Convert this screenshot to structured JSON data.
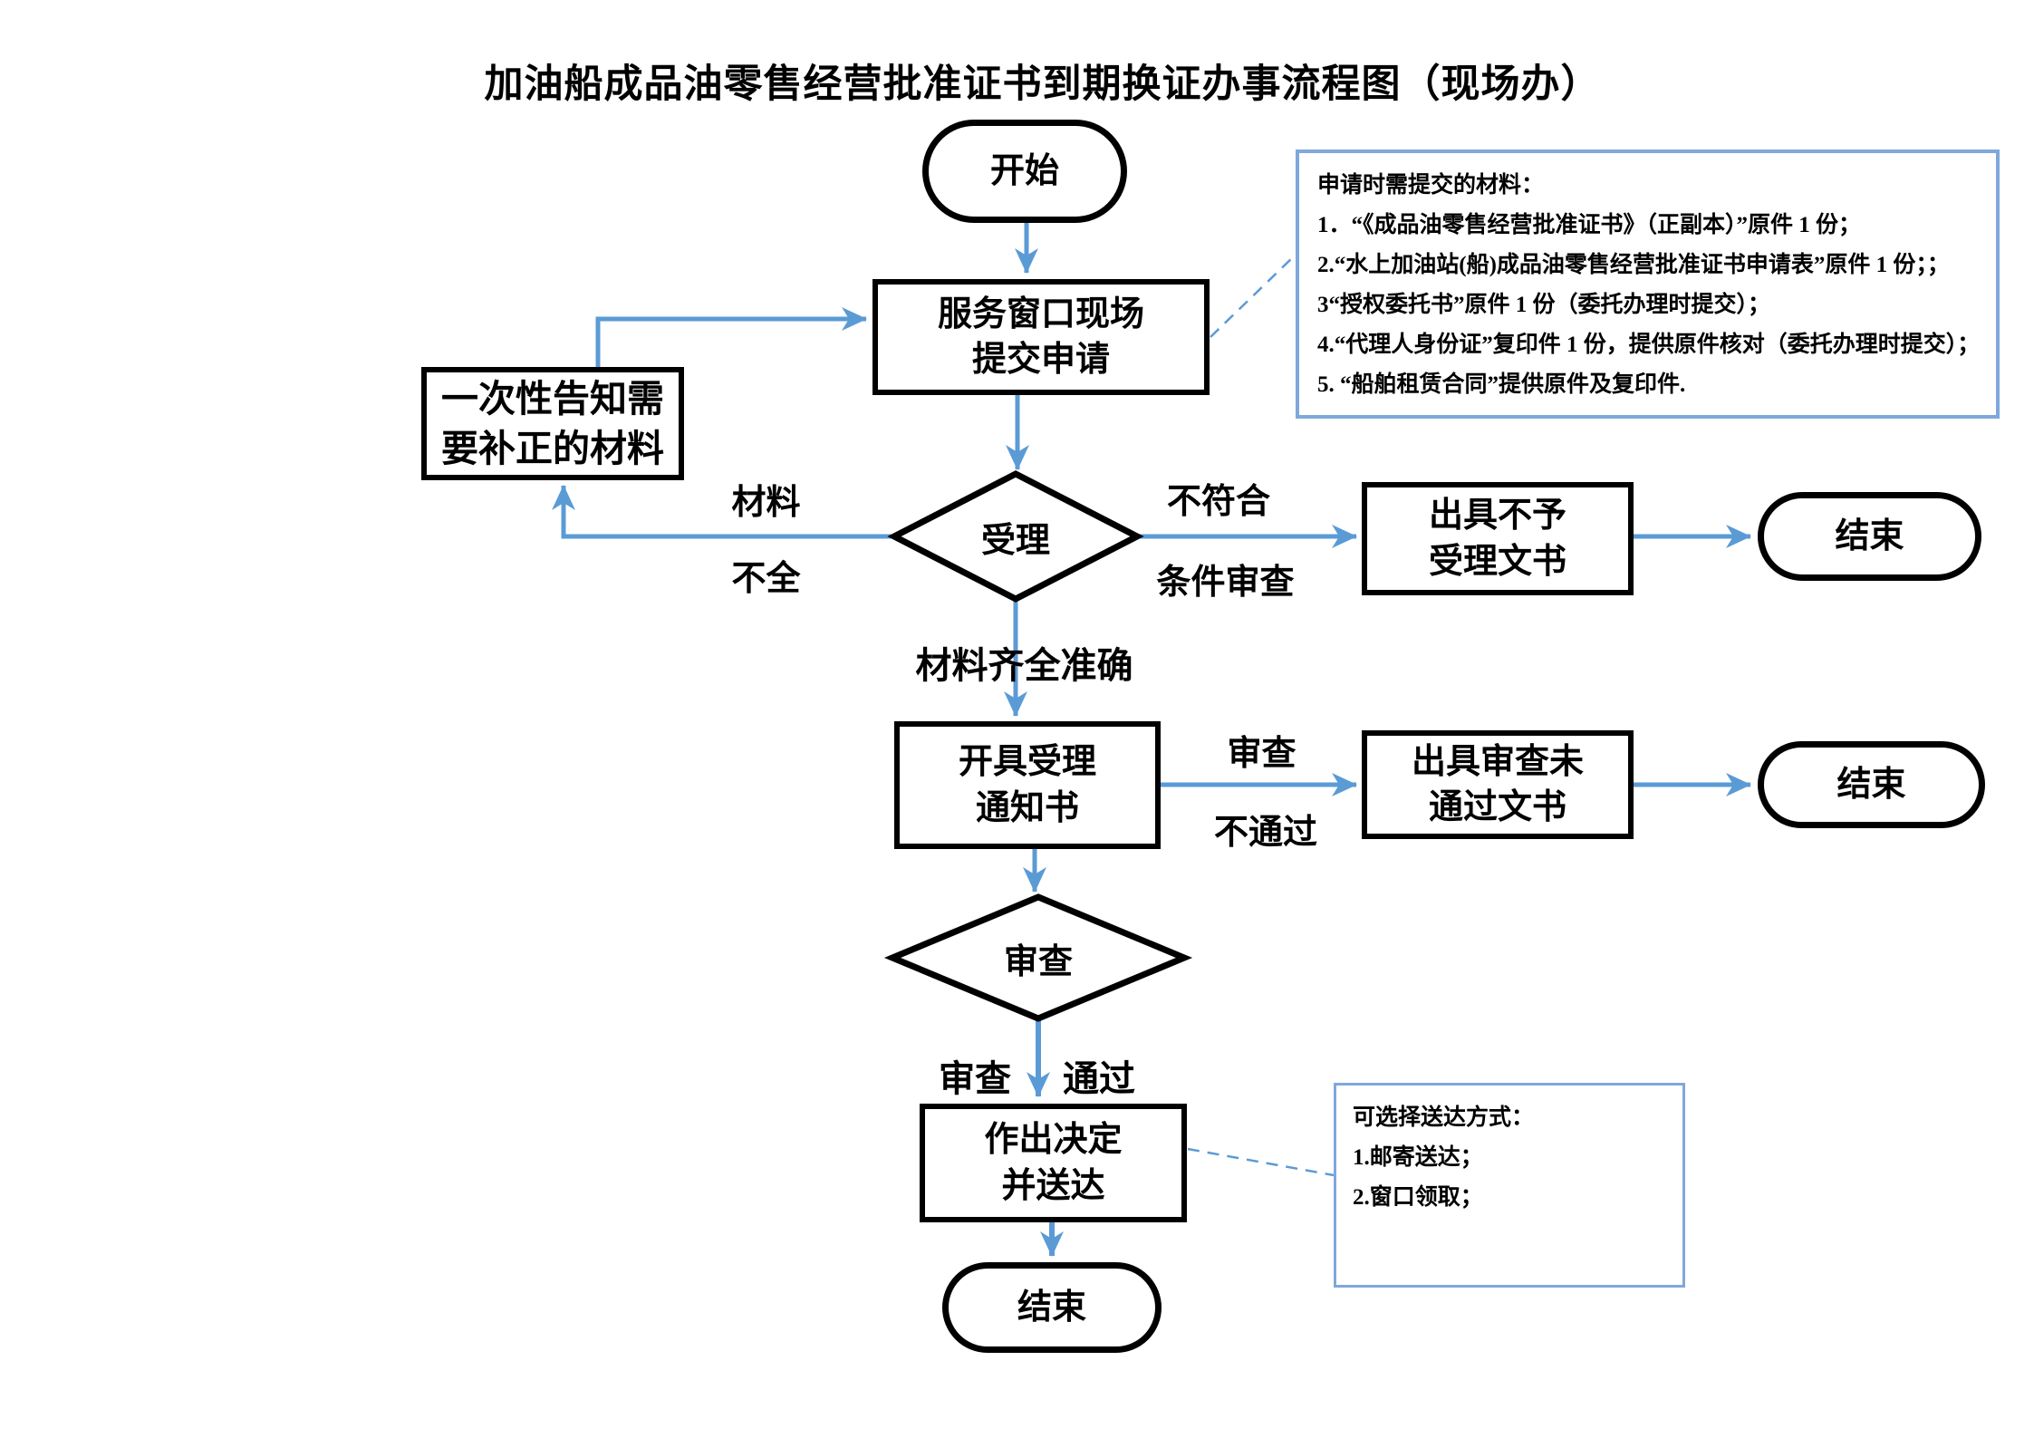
{
  "title": "加油船成品油零售经营批准证书到期换证办事流程图（现场办）",
  "nodes": {
    "start": {
      "label": "开始"
    },
    "submit": {
      "label": "服务窗口现场\n提交申请"
    },
    "notify": {
      "label": "一次性告知需\n要补正的材料"
    },
    "accept": {
      "label": "受理"
    },
    "reject_doc": {
      "label": "出具不予\n受理文书"
    },
    "end1": {
      "label": "结束"
    },
    "notice": {
      "label": "开具受理\n通知书"
    },
    "fail_doc": {
      "label": "出具审查未\n通过文书"
    },
    "end2": {
      "label": "结束"
    },
    "review": {
      "label": "审查"
    },
    "decision": {
      "label": "作出决定\n并送达"
    },
    "end3": {
      "label": "结束"
    }
  },
  "edge_labels": {
    "materials_top": "材料",
    "materials_bottom": "不全",
    "nonconform_top": "不符合",
    "nonconform_bottom": "条件审查",
    "complete": "材料齐全准确",
    "review_top": "审查",
    "review_bottom": "不通过",
    "pass_left": "审查",
    "pass_right": "通过"
  },
  "notes": {
    "materials": {
      "title": "申请时需提交的材料：",
      "items": [
        "1．“《成品油零售经营批准证书》（正副本）”原件 1 份；",
        "2.“水上加油站(船)成品油零售经营批准证书申请表”原件 1 份；；",
        "3“授权委托书”原件 1 份（委托办理时提交）；",
        "4.“代理人身份证”复印件 1 份，提供原件核对（委托办理时提交）；",
        "5. “船舶租赁合同”提供原件及复印件."
      ]
    },
    "delivery": {
      "title": "可选择送达方式：",
      "items": [
        "1.邮寄送达；",
        "2.窗口领取；"
      ]
    }
  },
  "colors": {
    "arrow": "#5B9BD5",
    "note_border": "#7FA8DC",
    "node_border": "#000000"
  }
}
